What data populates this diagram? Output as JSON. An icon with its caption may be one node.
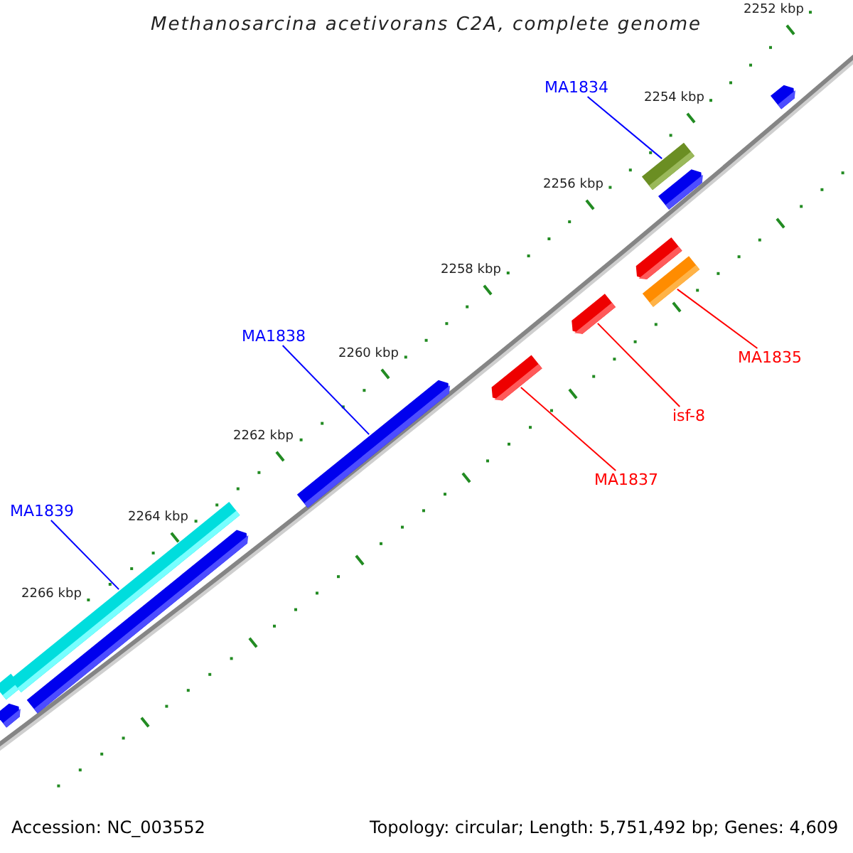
{
  "diagram": {
    "title": "Methanosarcina acetivorans C2A, complete genome",
    "nodes": [
      {
        "text": [
          "MA1834"
        ]
      },
      {
        "text": [],
        "shape": "bar"
      },
      {
        "text": [],
        "shape": "bar"
      },
      {
        "text": [],
        "shape": "bar"
      },
      {
        "text": [
          "MA1838"
        ]
      },
      {
        "text": [
          "MA1835"
        ]
      },
      {
        "text": [],
        "shape": "bar"
      },
      {
        "text": [
          "isf-8"
        ]
      },
      {
        "text": [],
        "shape": "bar"
      },
      {
        "text": [
          "MA1837"
        ]
      },
      {
        "text": [
          "MA1839"
        ]
      },
      {
        "text": [],
        "shape": "bar"
      }
    ],
    "edges": [
      {
        "from": 0,
        "to": 1,
        "arrow": "none",
        "color": "#0000ff"
      },
      {
        "from": 4,
        "to": 8,
        "arrow": "none",
        "color": "#0000ff"
      },
      {
        "from": 5,
        "to": 2,
        "arrow": "none",
        "color": "#ff0000"
      },
      {
        "from": 7,
        "to": 3,
        "arrow": "none",
        "color": "#ff0000"
      },
      {
        "from": 9,
        "to": 6,
        "arrow": "none",
        "color": "#ff0000"
      },
      {
        "from": 10,
        "to": 11,
        "arrow": "none",
        "color": "#0000ff"
      }
    ],
    "labels": [
      "2252 kbp",
      "2254 kbp",
      "2256 kbp",
      "2258 kbp",
      "2260 kbp",
      "2262 kbp",
      "2264 kbp",
      "2266 kbp",
      "Accession: NC_003552",
      "Topology: circular; Length: 5,751,492 bp; Genes: 4,609"
    ]
  }
}
